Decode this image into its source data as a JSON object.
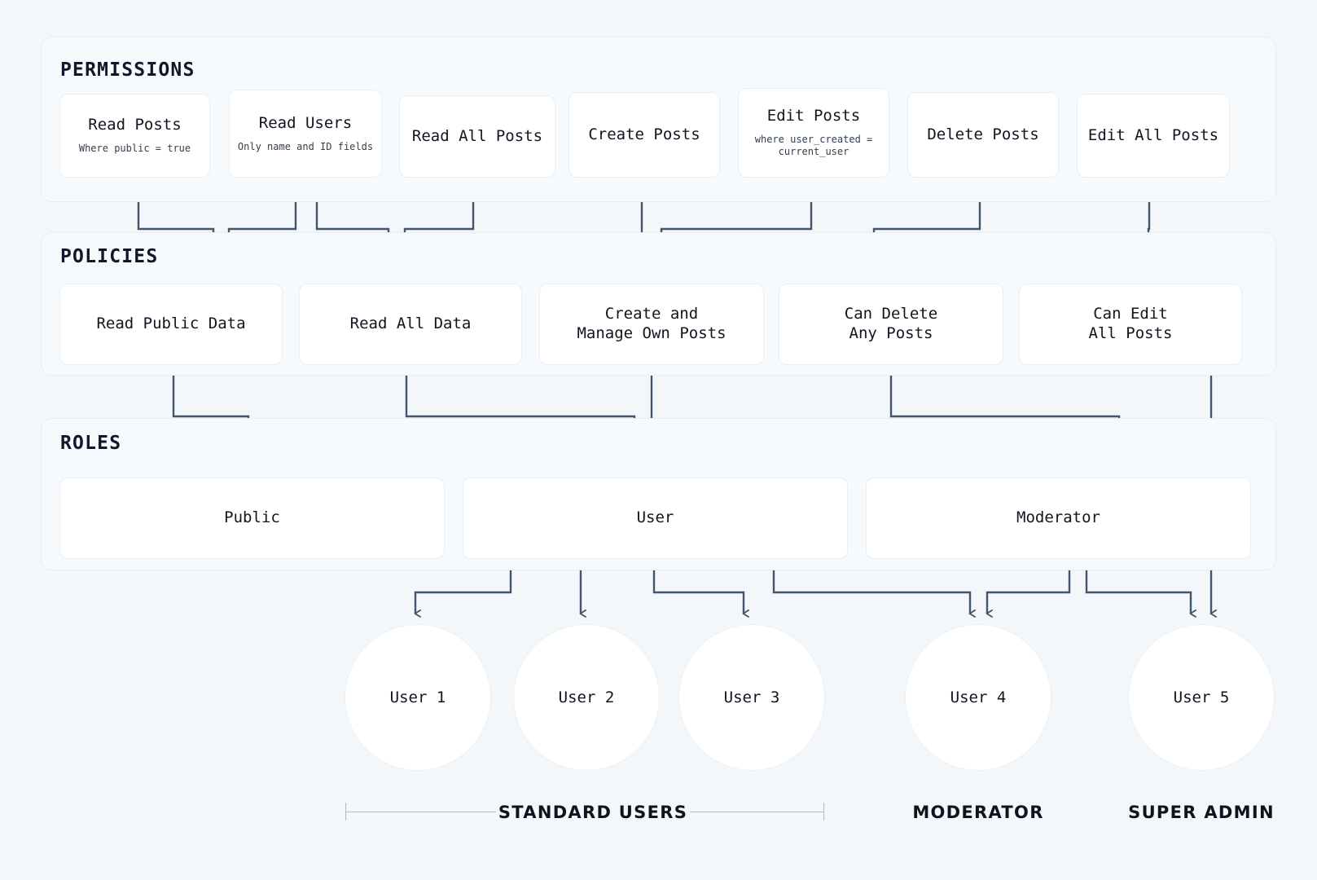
{
  "diagram": {
    "background_color": "#f3f7fa",
    "line_color": "#41566d",
    "card_bg": "#ffffff",
    "band_bg": "#f7fafc"
  },
  "sections": {
    "permissions": {
      "title": "PERMISSIONS"
    },
    "policies": {
      "title": "POLICIES"
    },
    "roles": {
      "title": "ROLES"
    }
  },
  "permissions": [
    {
      "title": "Read Posts",
      "subtitle": "Where public = true"
    },
    {
      "title": "Read Users",
      "subtitle": "Only name and ID fields"
    },
    {
      "title": "Read All Posts",
      "subtitle": ""
    },
    {
      "title": "Create Posts",
      "subtitle": ""
    },
    {
      "title": "Edit Posts",
      "subtitle": "where user_created =\ncurrent_user"
    },
    {
      "title": "Delete Posts",
      "subtitle": ""
    },
    {
      "title": "Edit All Posts",
      "subtitle": ""
    }
  ],
  "policies": [
    {
      "title": "Read Public Data"
    },
    {
      "title": "Read All Data"
    },
    {
      "title": "Create and\nManage Own Posts"
    },
    {
      "title": "Can Delete\nAny Posts"
    },
    {
      "title": "Can Edit\nAll Posts"
    }
  ],
  "roles": [
    {
      "title": "Public"
    },
    {
      "title": "User"
    },
    {
      "title": "Moderator"
    }
  ],
  "users": [
    {
      "label": "User 1"
    },
    {
      "label": "User 2"
    },
    {
      "label": "User 3"
    },
    {
      "label": "User 4"
    },
    {
      "label": "User 5"
    }
  ],
  "group_labels": [
    {
      "label": "STANDARD USERS"
    },
    {
      "label": "MODERATOR"
    },
    {
      "label": "SUPER ADMIN"
    }
  ]
}
